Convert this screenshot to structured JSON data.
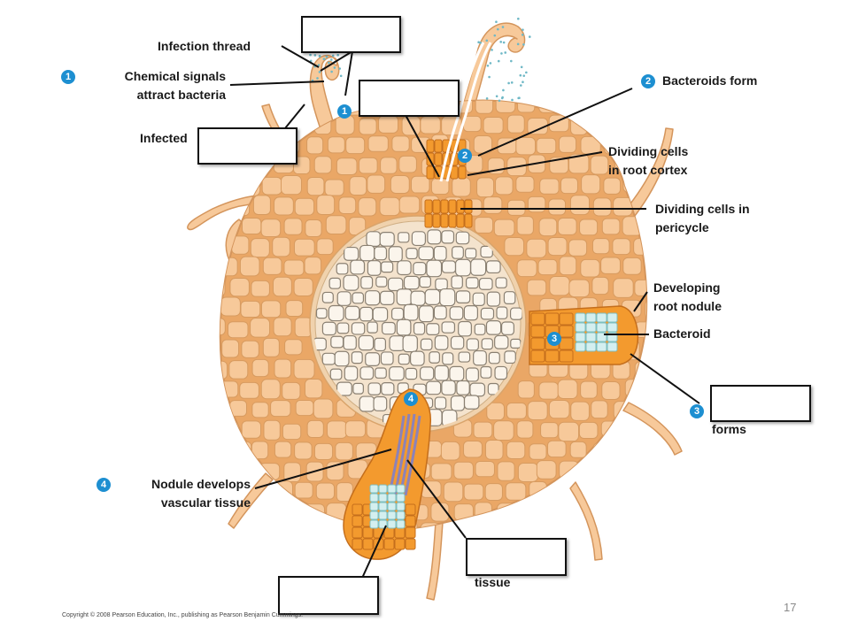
{
  "labels": {
    "infection_thread": "Infection thread",
    "chemical_signals_1": "Chemical signals",
    "chemical_signals_2": "attract bacteria",
    "infected": "Infected",
    "bacteroids_form": "Bacteroids form",
    "dividing_cortex_1": "Dividing cells",
    "dividing_cortex_2": "in root cortex",
    "dividing_pericycle_1": "Dividing cells in",
    "dividing_pericycle_2": "pericycle",
    "developing_nodule_1": "Developing",
    "developing_nodule_2": "root nodule",
    "bacteroid": "Bacteroid",
    "forms": "forms",
    "nodule_vascular_1": "Nodule develops",
    "nodule_vascular_2": "vascular tissue",
    "tissue": "tissue"
  },
  "steps": {
    "s1a": "1",
    "s1b": "1",
    "s2a": "2",
    "s2b": "2",
    "s3a": "3",
    "s3b": "3",
    "s4a": "4",
    "s4b": "4"
  },
  "colors": {
    "step_badge": "#1d8fd1",
    "cell_fill": "#f7c99a",
    "cell_stroke": "#d4955c",
    "tissue_bg": "#eaa766",
    "stele_fill": "#f2dfc7",
    "dividing_cells": "#f39a2e",
    "bacteroid_cells": "#d4efef"
  },
  "footer": {
    "copyright": "Copyright © 2008 Pearson Education, Inc., publishing as Pearson Benjamin Cummings.",
    "page_number": "17"
  }
}
